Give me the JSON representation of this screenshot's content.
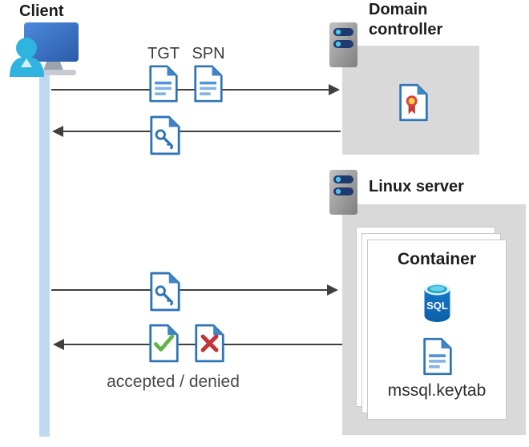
{
  "client": {
    "label": "Client"
  },
  "domain_controller": {
    "label": "Domain controller"
  },
  "linux_server": {
    "label": "Linux server"
  },
  "container": {
    "label": "Container",
    "database_badge": "SQL",
    "keytab_file": "mssql.keytab"
  },
  "flow": {
    "tgt_label": "TGT",
    "spn_label": "SPN",
    "result_label": "accepted / denied"
  },
  "icons": {
    "client": "user-at-monitor-icon",
    "domain_controller": "server-icon",
    "linux_server": "server-icon",
    "certificate": "certificate-document-icon",
    "tgt": "text-document-icon",
    "spn": "text-document-icon",
    "key_ticket": "key-document-icon",
    "accepted": "check-document-icon",
    "denied": "cross-document-icon",
    "sql": "sql-database-icon",
    "keytab": "text-document-icon"
  },
  "colors": {
    "document_blue": "#2E75B6",
    "lifeline_blue": "#BFD9F5",
    "box_gray": "#D9D9D9",
    "arrow_gray": "#3F3F3F",
    "accent_cyan": "#2FB4DF",
    "check_green": "#5FB347",
    "cross_red": "#C23537",
    "sql_blue": "#1068B5"
  }
}
